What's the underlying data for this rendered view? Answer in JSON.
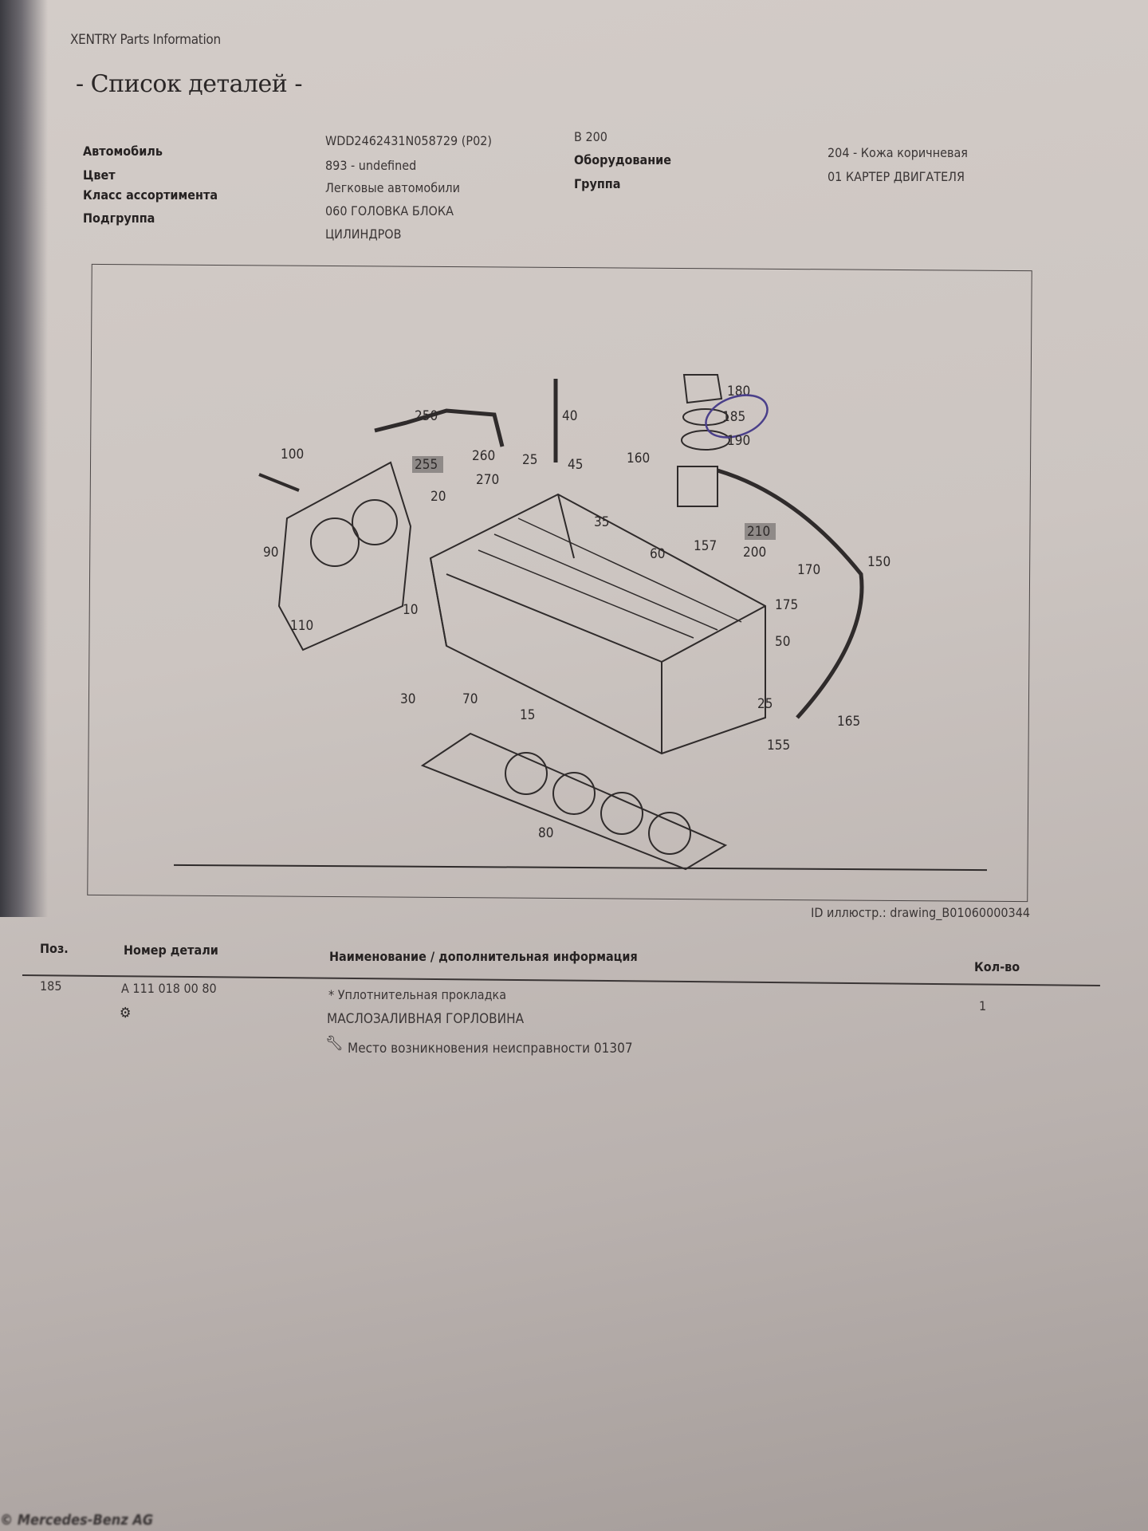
{
  "header": {
    "brand": "XENTRY Parts Information",
    "title": "- Список деталей -"
  },
  "info": {
    "labels_left": [
      "Автомобиль",
      "Цвет",
      "Класс ассортимента",
      "Подгруппа"
    ],
    "values_left": [
      "WDD2462431N058729 (P02)",
      "893 - undefined",
      "Легковые автомобили",
      "060 ГОЛОВКА БЛОКА",
      "ЦИЛИНДРОВ"
    ],
    "model": "B 200",
    "labels_right": [
      "Оборудование",
      "Группа"
    ],
    "values_right": [
      "204 - Кожа коричневая",
      "01 КАРТЕР ДВИГАТЕЛЯ"
    ]
  },
  "diagram": {
    "callouts": [
      "100",
      "250",
      "255",
      "260",
      "270",
      "25",
      "40",
      "45",
      "20",
      "90",
      "110",
      "10",
      "35",
      "60",
      "157",
      "160",
      "180",
      "185",
      "190",
      "210",
      "200",
      "150",
      "170",
      "175",
      "50",
      "25",
      "165",
      "155",
      "30",
      "70",
      "15",
      "80"
    ],
    "highlighted": [
      "255",
      "210"
    ],
    "circled": "185",
    "highlight_color": "#8f8a88",
    "circle_color": "#4a3f8a",
    "illustration_id": "ID иллюстр.: drawing_B01060000344"
  },
  "table": {
    "headers": {
      "pos": "Поз.",
      "part_number": "Номер детали",
      "description": "Наименование / дополнительная информация",
      "qty": "Кол-во"
    },
    "rows": [
      {
        "pos": "185",
        "part_number": "A 111 018 00 80",
        "icon": "gear-badge-icon",
        "description": "* Уплотнительная прокладка",
        "detail": "МАСЛОЗАЛИВНАЯ ГОРЛОВИНА",
        "fault_location": "Место возникновения неисправности 01307",
        "qty": "1"
      }
    ]
  },
  "footer": {
    "copyright": "© Mercedes-Benz AG"
  }
}
